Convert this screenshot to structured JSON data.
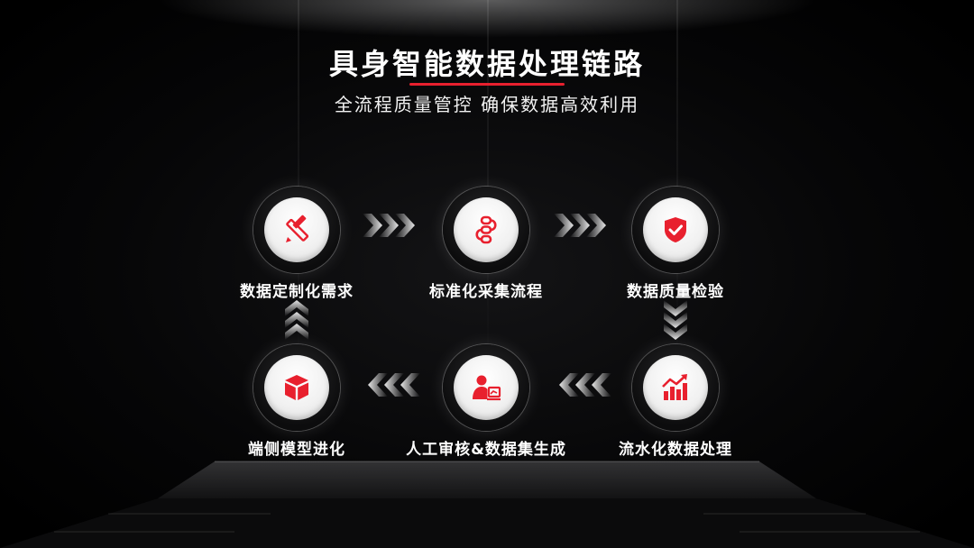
{
  "header": {
    "title": "具身智能数据处理链路",
    "subtitle": "全流程质量管控 确保数据高效利用"
  },
  "colors": {
    "accent": "#e8202e",
    "background": "#000000",
    "text": "#ffffff"
  },
  "steps": [
    {
      "label": "数据定制化需求",
      "icon": "pencil-ruler-icon"
    },
    {
      "label": "标准化采集流程",
      "icon": "workflow-icon"
    },
    {
      "label": "数据质量检验",
      "icon": "shield-check-icon"
    },
    {
      "label": "流水化数据处理",
      "icon": "bar-chart-trend-icon"
    },
    {
      "label": "人工审核&数据集生成",
      "icon": "person-review-icon"
    },
    {
      "label": "端侧模型进化",
      "icon": "cube-icon"
    }
  ]
}
